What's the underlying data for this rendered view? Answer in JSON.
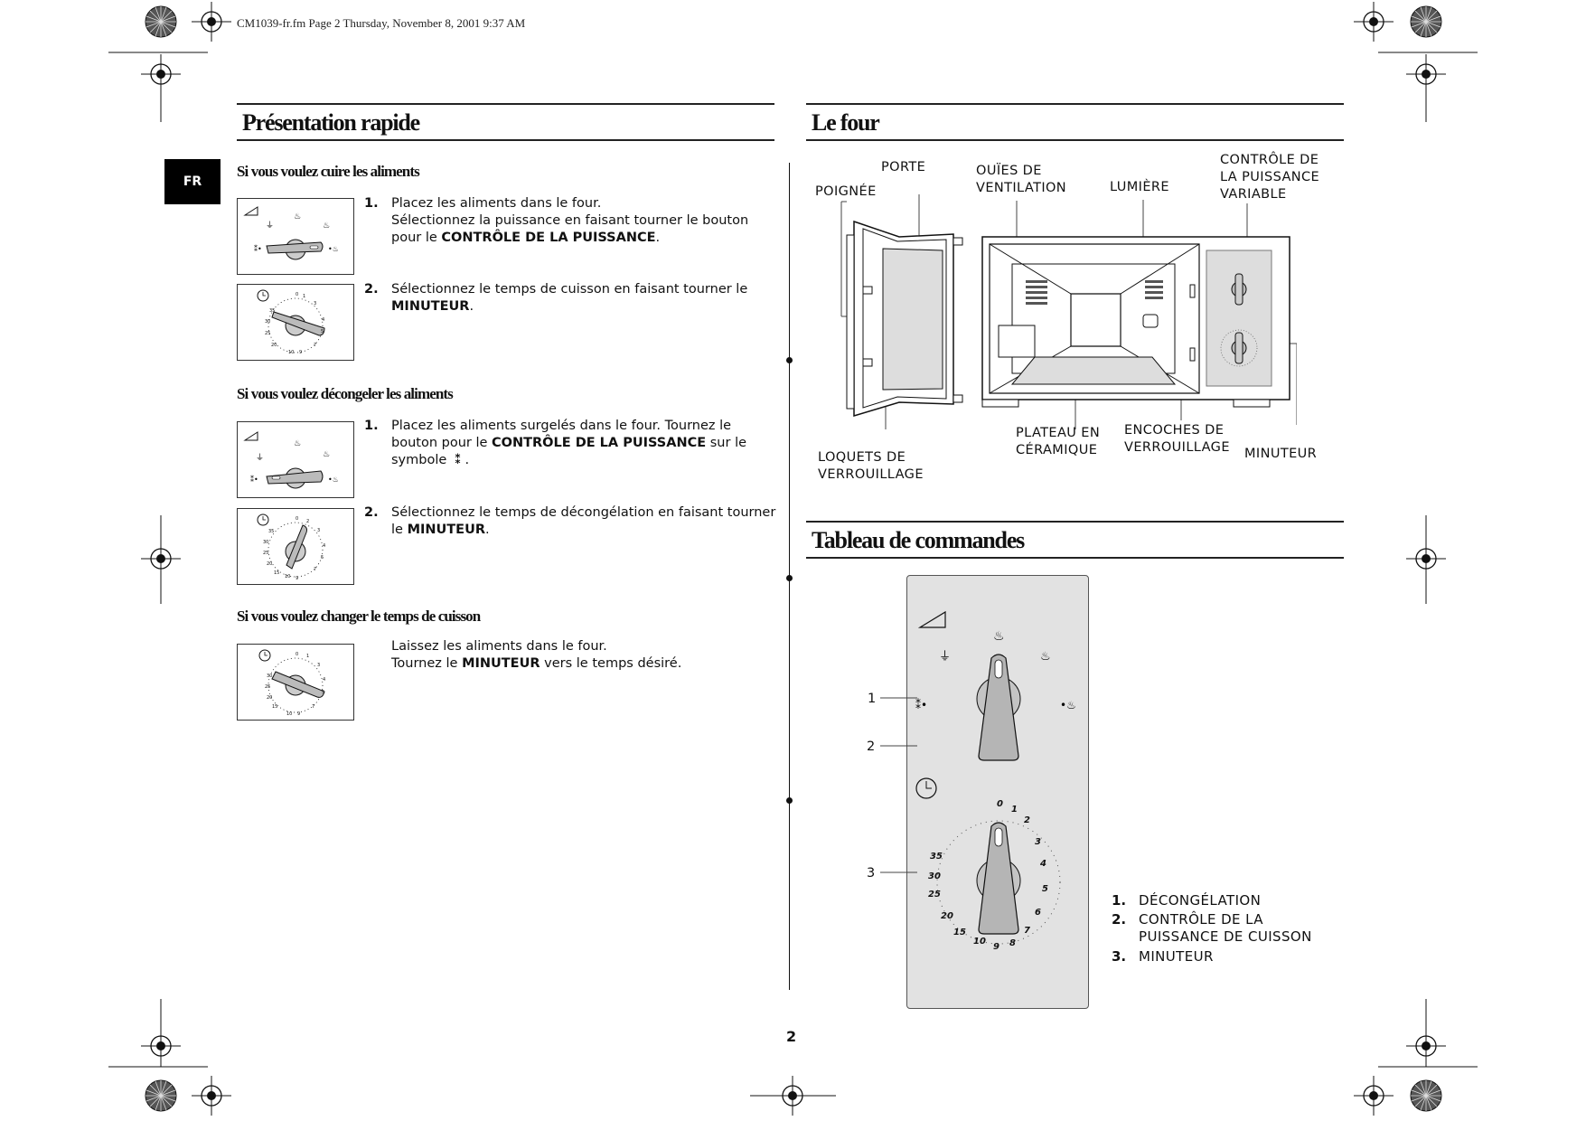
{
  "header": {
    "file_line": "CM1039-fr.fm  Page 2  Thursday, November 8, 2001  9:37 AM"
  },
  "lang_tab": "FR",
  "left": {
    "title": "Présentation rapide",
    "cook": {
      "subtitle": "Si vous voulez cuire les aliments",
      "steps": [
        {
          "num": "1.",
          "parts": [
            "Placez les aliments dans le four.",
            "Sélectionnez la puissance en faisant tourner le bouton pour le ",
            "CONTRÔLE DE LA PUISSANCE",
            "."
          ]
        },
        {
          "num": "2.",
          "parts": [
            "Sélectionnez le temps de cuisson en faisant tourner le ",
            "MINUTEUR",
            "."
          ]
        }
      ]
    },
    "defrost": {
      "subtitle": "Si vous voulez décongeler les aliments",
      "steps": [
        {
          "num": "1.",
          "parts": [
            "Placez les aliments surgelés dans le four. Tournez le bouton pour le ",
            "CONTRÔLE DE LA PUISSANCE",
            " sur le symbole ",
            "."
          ]
        },
        {
          "num": "2.",
          "parts": [
            "Sélectionnez le temps de décongélation en faisant tourner le ",
            "MINUTEUR",
            "."
          ]
        }
      ]
    },
    "change": {
      "subtitle": "Si vous voulez changer le temps de cuisson",
      "parts": [
        "Laissez les aliments dans le four.",
        "Tournez le ",
        "MINUTEUR",
        " vers le temps désiré."
      ]
    }
  },
  "oven": {
    "title": "Le four",
    "labels": {
      "porte": "PORTE",
      "poignee": "POIGNÉE",
      "ouies_1": "OUÏES DE",
      "ouies_2": "VENTILATION",
      "lumiere": "LUMIÈRE",
      "controle_1": "CONTRÔLE DE",
      "controle_2": "LA PUISSANCE",
      "controle_3": "VARIABLE",
      "plateau_1": "PLATEAU EN",
      "plateau_2": "CÉRAMIQUE",
      "encoches_1": "ENCOCHES DE",
      "encoches_2": "VERROUILLAGE",
      "loquets_1": "LOQUETS DE",
      "loquets_2": "VERROUILLAGE",
      "minuteur": "MINUTEUR"
    }
  },
  "panel": {
    "title": "Tableau de commandes",
    "callouts": [
      "1",
      "2",
      "3"
    ],
    "timer_ticks": [
      "0",
      "1",
      "2",
      "3",
      "4",
      "5",
      "6",
      "7",
      "8",
      "9",
      "10",
      "15",
      "20",
      "25",
      "30",
      "35"
    ],
    "legend": [
      {
        "num": "1.",
        "lines": [
          "DÉCONGÉLATION"
        ]
      },
      {
        "num": "2.",
        "lines": [
          "CONTRÔLE DE LA",
          "PUISSANCE DE CUISSON"
        ]
      },
      {
        "num": "3.",
        "lines": [
          "MINUTEUR"
        ]
      }
    ]
  },
  "page_number": "2"
}
